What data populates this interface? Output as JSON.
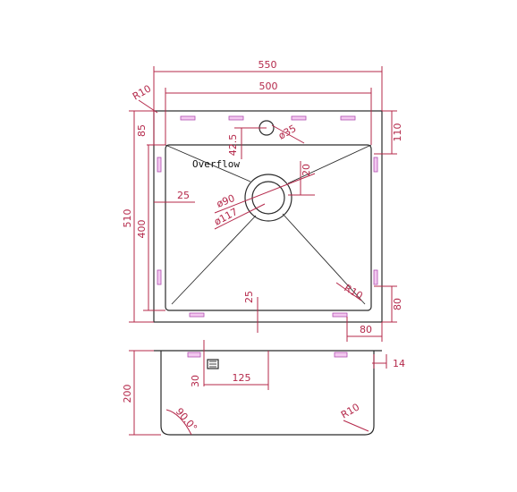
{
  "colors": {
    "dimension": "#b4284a",
    "outline": "#2a2a2a",
    "clip_fill": "#f3c8f0",
    "clip_stroke": "#b04fb0"
  },
  "plan_view": {
    "overall_width": "550",
    "bowl_width": "500",
    "corner_radius_outer": "R10",
    "deck_depth": "85",
    "tap_hole_offset": "42.5",
    "tap_hole_diameter": "ø35",
    "right_top_margin": "110",
    "overflow_label": "Overflow",
    "drain_offset": "20",
    "side_offset": "25",
    "drain_diameter": "ø90",
    "drain_outer_diameter": "ø117",
    "overall_depth": "510",
    "bowl_depth": "400",
    "bottom_margin": "25",
    "inner_radius": "R10",
    "clip_height": "80",
    "clip_width": "80"
  },
  "section_view": {
    "height": "200",
    "overflow_height": "30",
    "overflow_offset": "125",
    "wall_thickness": "14",
    "angle": "90.0°",
    "bottom_radius": "R10"
  }
}
